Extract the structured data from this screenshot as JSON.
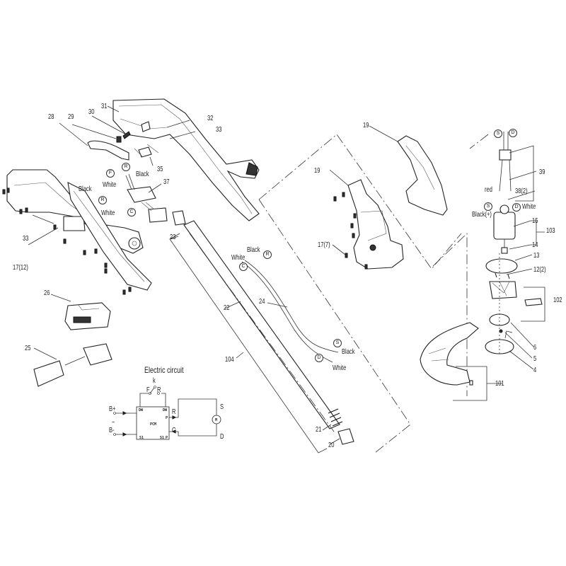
{
  "diagram": {
    "type": "exploded parts diagram - cordless string trimmer",
    "background": "#ffffff",
    "line_color": "#222222"
  },
  "parts": {
    "p4": "4",
    "p5": "5",
    "p6": "6",
    "p12": "12(2)",
    "p13": "13",
    "p14": "14",
    "p15": "15",
    "p17_12": "17(12)",
    "p17_7": "17(7)",
    "p19a": "19",
    "p19b": "19",
    "p20": "20",
    "p21": "21",
    "p22": "22",
    "p23": "23",
    "p24": "24",
    "p25": "25",
    "p26": "26",
    "p28": "28",
    "p29": "29",
    "p30": "30",
    "p31": "31",
    "p32": "32",
    "p33a": "33",
    "p33b": "33",
    "p35": "35",
    "p37": "37",
    "p38": "38(2)",
    "p39": "39",
    "p101": "101",
    "p102": "102",
    "p103": "103",
    "p104": "104"
  },
  "wires": {
    "switch": {
      "black": "Black",
      "white_top": "White",
      "black_left": "Black",
      "white_bottom": "White",
      "term_f": "F",
      "term_r": "R",
      "term_rr": "R",
      "term_c": "C"
    },
    "harness": {
      "black_top": "Black",
      "white_top": "White",
      "term_r": "R",
      "term_c": "C",
      "term_s": "S",
      "term_d": "D",
      "black_bottom": "Black",
      "white_bottom": "White"
    },
    "motor": {
      "term_s_top": "S",
      "term_d_top": "D",
      "red": "red",
      "black_plus": "Black(+)",
      "white": "White",
      "term_s": "S",
      "term_d": "D"
    }
  },
  "circuit": {
    "title": "Electric circuit",
    "switch_k": "k",
    "switch_f": "F",
    "switch_r": "R",
    "b_plus": "B+",
    "b_minus": "B-",
    "tilde": "~",
    "pcm": "PCM",
    "dw_left": "DW",
    "dw_right": "DW",
    "s1_left": "S1",
    "s1_right": "S1",
    "p_top": "P",
    "p_bottom": "P",
    "out_r": "R",
    "out_c": "C",
    "motor_m": "M",
    "motor_s": "S",
    "motor_d": "D"
  }
}
